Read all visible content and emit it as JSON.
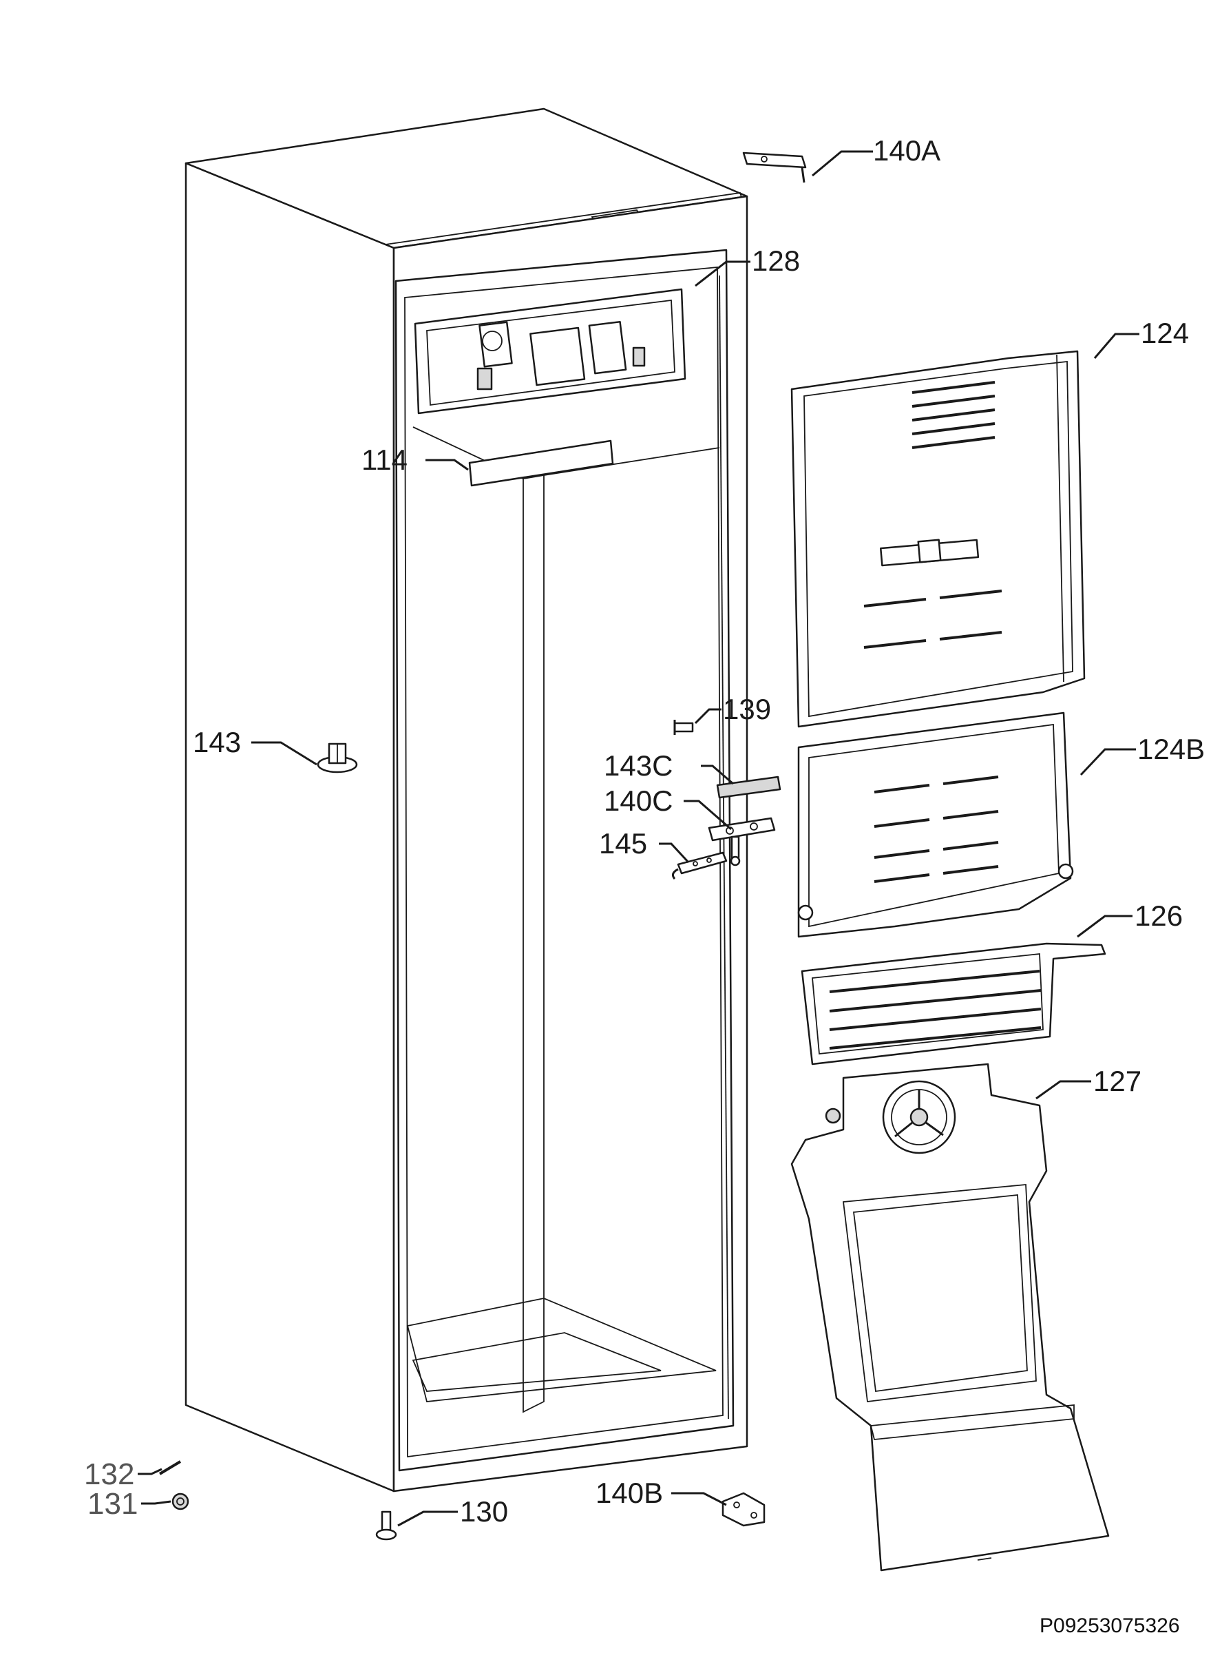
{
  "diagram": {
    "labels": {
      "p140A": "140A",
      "p128": "128",
      "p124": "124",
      "p114": "114",
      "p139": "139",
      "p143": "143",
      "p143C": "143C",
      "p124B": "124B",
      "p140C": "140C",
      "p145": "145",
      "p126": "126",
      "p127": "127",
      "p132": "132",
      "p131": "131",
      "p130": "130",
      "p140B": "140B"
    },
    "document_id": "P09253075326"
  }
}
